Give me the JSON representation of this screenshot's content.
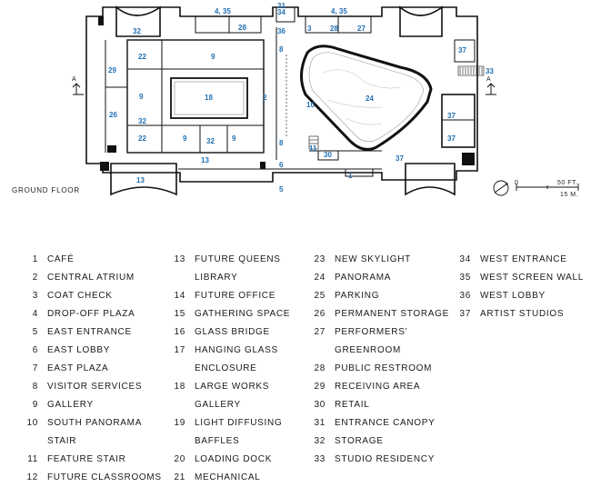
{
  "floor_label": "GROUND FLOOR",
  "compass": {
    "label": "A"
  },
  "scale": {
    "zero": "0",
    "max_ft": "50 FT.",
    "max_m": "15 M."
  },
  "rooms": [
    {
      "id": "r-4-35-left",
      "label": "4, 35"
    },
    {
      "id": "r-4-35-right",
      "label": "4, 35"
    },
    {
      "id": "r-31",
      "label": "31"
    },
    {
      "id": "r-34",
      "label": "34"
    },
    {
      "id": "r-3-top",
      "label": "3"
    },
    {
      "id": "r-28-left",
      "label": "28"
    },
    {
      "id": "r-28-right",
      "label": "28"
    },
    {
      "id": "r-27",
      "label": "27"
    },
    {
      "id": "r-36",
      "label": "36"
    },
    {
      "id": "r-8-top",
      "label": "8"
    },
    {
      "id": "r-32-nw",
      "label": "32"
    },
    {
      "id": "r-22-top",
      "label": "22"
    },
    {
      "id": "r-9-top",
      "label": "9"
    },
    {
      "id": "r-29",
      "label": "29"
    },
    {
      "id": "r-9-left",
      "label": "9"
    },
    {
      "id": "r-18",
      "label": "18"
    },
    {
      "id": "r-2",
      "label": "2"
    },
    {
      "id": "r-26",
      "label": "26"
    },
    {
      "id": "r-32-mid",
      "label": "32"
    },
    {
      "id": "r-22-bottom",
      "label": "22"
    },
    {
      "id": "r-9-b1",
      "label": "9"
    },
    {
      "id": "r-32-low",
      "label": "32"
    },
    {
      "id": "r-9-b2",
      "label": "9"
    },
    {
      "id": "r-8-bottom",
      "label": "8"
    },
    {
      "id": "r-13-a",
      "label": "13"
    },
    {
      "id": "r-13-b",
      "label": "13"
    },
    {
      "id": "r-6",
      "label": "6"
    },
    {
      "id": "r-5",
      "label": "5"
    },
    {
      "id": "r-10",
      "label": "10"
    },
    {
      "id": "r-24",
      "label": "24"
    },
    {
      "id": "r-11",
      "label": "11"
    },
    {
      "id": "r-30",
      "label": "30"
    },
    {
      "id": "r-1",
      "label": "1"
    },
    {
      "id": "r-37-mid",
      "label": "37"
    },
    {
      "id": "r-37-top",
      "label": "37"
    },
    {
      "id": "r-37-r1",
      "label": "37"
    },
    {
      "id": "r-37-r2",
      "label": "37"
    },
    {
      "id": "r-33",
      "label": "33"
    }
  ],
  "legend": {
    "col1": [
      {
        "n": "1",
        "t": "CAFÉ"
      },
      {
        "n": "2",
        "t": "CENTRAL ATRIUM"
      },
      {
        "n": "3",
        "t": "COAT CHECK"
      },
      {
        "n": "4",
        "t": "DROP-OFF PLAZA"
      },
      {
        "n": "5",
        "t": "EAST ENTRANCE"
      },
      {
        "n": "6",
        "t": "EAST LOBBY"
      },
      {
        "n": "7",
        "t": "EAST PLAZA"
      },
      {
        "n": "8",
        "t": "VISITOR SERVICES"
      },
      {
        "n": "9",
        "t": "GALLERY"
      },
      {
        "n": "10",
        "t": "SOUTH PANORAMA STAIR"
      },
      {
        "n": "11",
        "t": "FEATURE STAIR"
      },
      {
        "n": "12",
        "t": "FUTURE CLASSROOMS"
      }
    ],
    "col2": [
      {
        "n": "13",
        "t": "FUTURE QUEENS LIBRARY"
      },
      {
        "n": "14",
        "t": "FUTURE OFFICE"
      },
      {
        "n": "15",
        "t": "GATHERING SPACE"
      },
      {
        "n": "16",
        "t": "GLASS BRIDGE"
      },
      {
        "n": "17",
        "t": "HANGING GLASS ENCLOSURE"
      },
      {
        "n": "18",
        "t": "LARGE WORKS GALLERY"
      },
      {
        "n": "19",
        "t": "LIGHT DIFFUSING BAFFLES"
      },
      {
        "n": "20",
        "t": "LOADING DOCK"
      },
      {
        "n": "21",
        "t": "MECHANICAL"
      }
    ],
    "col3": [
      {
        "n": "23",
        "t": "NEW SKYLIGHT"
      },
      {
        "n": "24",
        "t": "PANORAMA"
      },
      {
        "n": "25",
        "t": "PARKING"
      },
      {
        "n": "26",
        "t": "PERMANENT STORAGE"
      },
      {
        "n": "27",
        "t": "PERFORMERS’ GREENROOM"
      },
      {
        "n": "28",
        "t": "PUBLIC RESTROOM"
      },
      {
        "n": "29",
        "t": "RECEIVING AREA"
      },
      {
        "n": "30",
        "t": "RETAIL"
      },
      {
        "n": "31",
        "t": "ENTRANCE CANOPY"
      },
      {
        "n": "32",
        "t": "STORAGE"
      },
      {
        "n": "33",
        "t": "STUDIO RESIDENCY"
      }
    ],
    "col4": [
      {
        "n": "34",
        "t": "WEST ENTRANCE"
      },
      {
        "n": "35",
        "t": "WEST SCREEN WALL"
      },
      {
        "n": "36",
        "t": "WEST LOBBY"
      },
      {
        "n": "37",
        "t": "ARTIST STUDIOS"
      }
    ]
  }
}
